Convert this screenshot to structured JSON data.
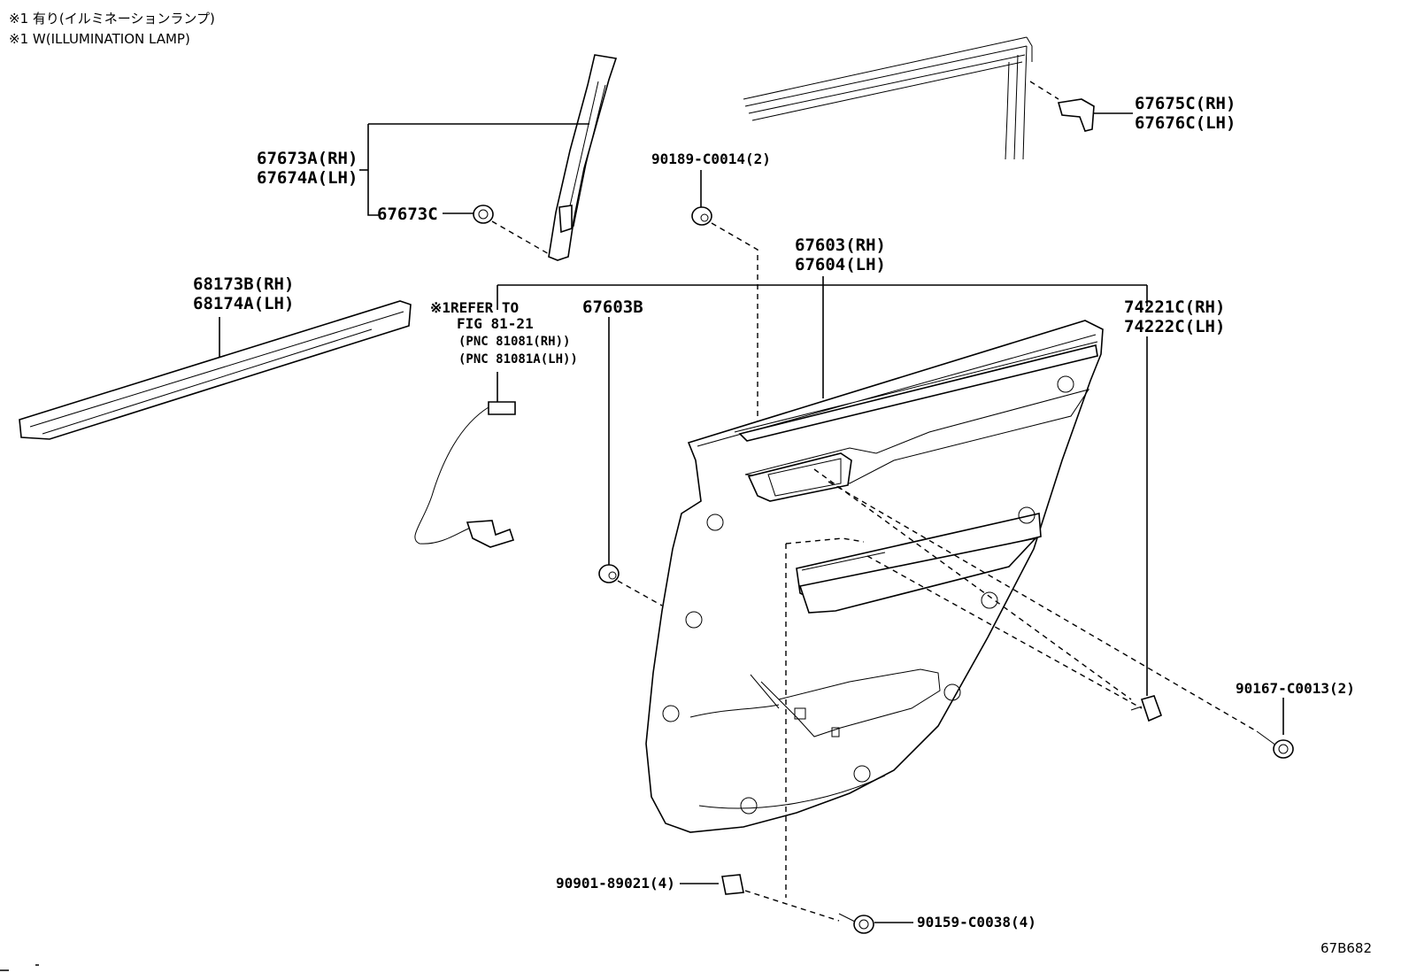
{
  "notes": {
    "line1": "※1 有り(イルミネーションランプ)",
    "line2": "※1 W(ILLUMINATION LAMP)"
  },
  "callouts": {
    "p67673a_rh": "67673A(RH)",
    "p67674a_lh": "67674A(LH)",
    "p67673c": "67673C",
    "p90189": "90189-C0014(2)",
    "p67675c_rh": "67675C(RH)",
    "p67676c_lh": "67676C(LH)",
    "p68173b_rh": "68173B(RH)",
    "p68174a_lh": "68174A(LH)",
    "ref_l1": "※1REFER TO",
    "ref_l2": "FIG 81-21",
    "ref_l3": "(PNC 81081(RH))",
    "ref_l4": "(PNC 81081A(LH))",
    "p67603b": "67603B",
    "p67603_rh": "67603(RH)",
    "p67604_lh": "67604(LH)",
    "p74221c_rh": "74221C(RH)",
    "p74222c_lh": "74222C(LH)",
    "p90167": "90167-C0013(2)",
    "p90901": "90901-89021(4)",
    "p90159": "90159-C0038(4)"
  },
  "diagram_code": "67B682"
}
